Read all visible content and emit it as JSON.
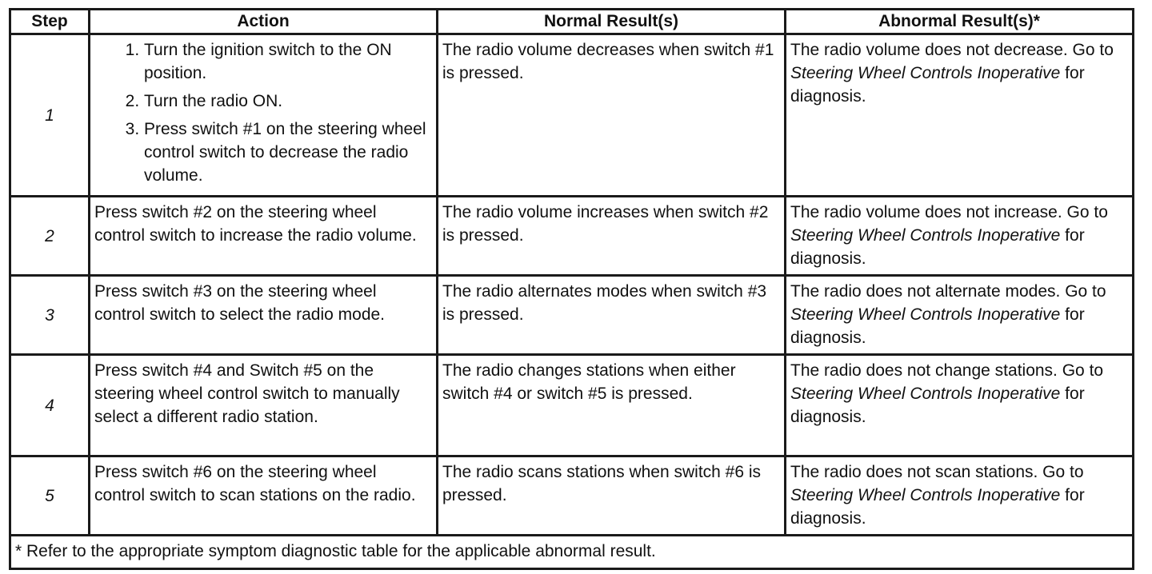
{
  "headers": {
    "step": "Step",
    "action": "Action",
    "normal": "Normal Result(s)",
    "abnormal": "Abnormal Result(s)*"
  },
  "rows": [
    {
      "step": "1",
      "action_steps": [
        "Turn the ignition switch to the ON position.",
        "Turn the radio ON.",
        "Press switch #1 on the steering wheel control switch to decrease the radio volume."
      ],
      "normal": "The radio volume decreases when switch #1 is pressed.",
      "abnormal_pre": "The radio volume does not decrease. Go to ",
      "abnormal_link": "Steering Wheel Controls Inoperative",
      "abnormal_post": " for diagnosis."
    },
    {
      "step": "2",
      "action": "Press switch #2 on the steering wheel control switch to increase the radio volume.",
      "normal": "The radio volume increases when switch #2 is pressed.",
      "abnormal_pre": "The radio volume does not increase. Go to ",
      "abnormal_link": "Steering Wheel Controls Inoperative",
      "abnormal_post": " for diagnosis."
    },
    {
      "step": "3",
      "action": "Press switch #3 on the steering wheel control switch to select the radio mode.",
      "normal": "The radio alternates modes when switch #3 is pressed.",
      "abnormal_pre": "The radio does not alternate modes. Go to ",
      "abnormal_link": "Steering Wheel Controls Inoperative",
      "abnormal_post": " for diagnosis."
    },
    {
      "step": "4",
      "action": "Press switch #4 and Switch #5 on the steering wheel control switch to manually select a different radio station.",
      "normal": "The radio changes stations when either switch #4 or switch #5 is pressed.",
      "abnormal_pre": "The radio does not change stations. Go to ",
      "abnormal_link": "Steering Wheel Controls Inoperative",
      "abnormal_post": " for diagnosis."
    },
    {
      "step": "5",
      "action": "Press switch #6 on the steering wheel control switch to scan stations on the radio.",
      "normal": "The radio scans stations when switch #6 is pressed.",
      "abnormal_pre": "The radio does not scan stations. Go to ",
      "abnormal_link": "Steering Wheel Controls Inoperative",
      "abnormal_post": " for diagnosis."
    }
  ],
  "footnote": "* Refer to the appropriate symptom diagnostic table for the applicable abnormal result."
}
